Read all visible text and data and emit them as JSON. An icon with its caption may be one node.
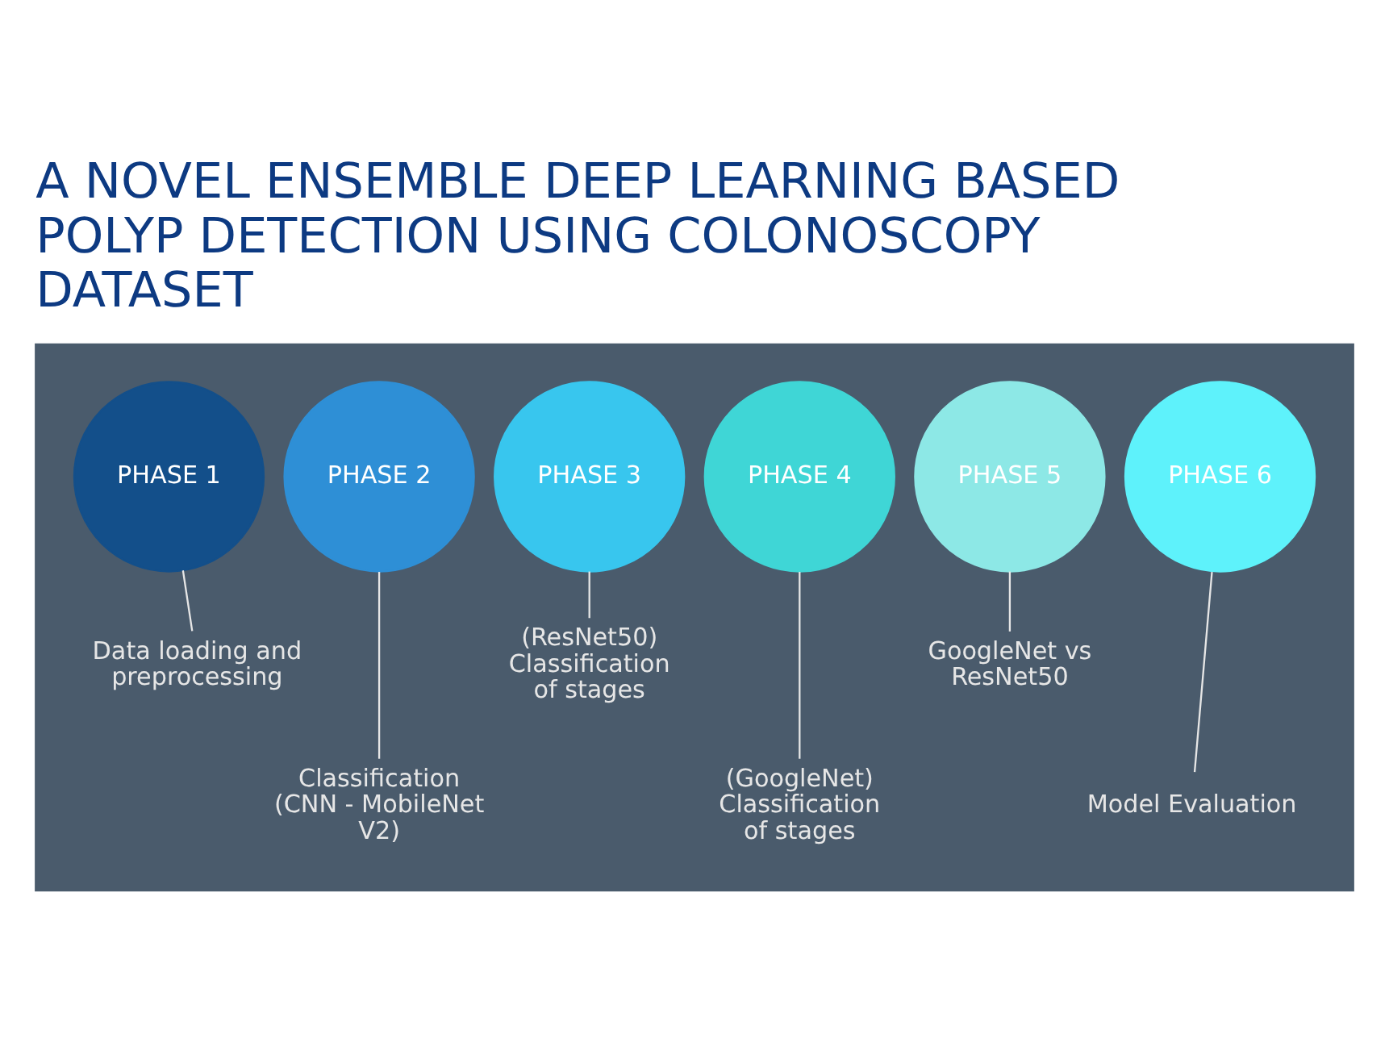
{
  "diagram": {
    "title": "A NOVEL ENSEMBLE DEEP LEARNING BASED POLYP DETECTION USING COLONOSCOPY DATASET",
    "nodes": [
      {
        "text": [],
        "shape": "box"
      },
      {
        "text": [
          "PHASE 1"
        ],
        "in": 0
      },
      {
        "text": [
          "PHASE 2"
        ],
        "in": 0
      },
      {
        "text": [
          "PHASE 3"
        ],
        "in": 0
      },
      {
        "text": [
          "PHASE 4"
        ],
        "in": 0
      },
      {
        "text": [
          "PHASE 5"
        ],
        "in": 0
      },
      {
        "text": [
          "PHASE 6"
        ],
        "in": 0
      },
      {
        "text": [
          "Data loading and preprocessing"
        ],
        "in": 0
      },
      {
        "text": [
          "Classification (CNN - MobileNet V2)"
        ],
        "in": 0
      },
      {
        "text": [
          "(ResNet50) Classification of stages"
        ],
        "in": 0
      },
      {
        "text": [
          "(GoogleNet) Classification of stages"
        ],
        "in": 0
      },
      {
        "text": [
          "GoogleNet vs ResNet50"
        ],
        "in": 0
      },
      {
        "text": [
          "Model Evaluation"
        ],
        "in": 0
      }
    ],
    "edges": [
      {
        "from": 1,
        "to": 7,
        "arrow": "none"
      },
      {
        "from": 2,
        "to": 8,
        "arrow": "none"
      },
      {
        "from": 3,
        "to": 9,
        "arrow": "none"
      },
      {
        "from": 4,
        "to": 10,
        "arrow": "none"
      },
      {
        "from": 5,
        "to": 11,
        "arrow": "none"
      },
      {
        "from": 6,
        "to": 12,
        "arrow": "none"
      }
    ]
  }
}
